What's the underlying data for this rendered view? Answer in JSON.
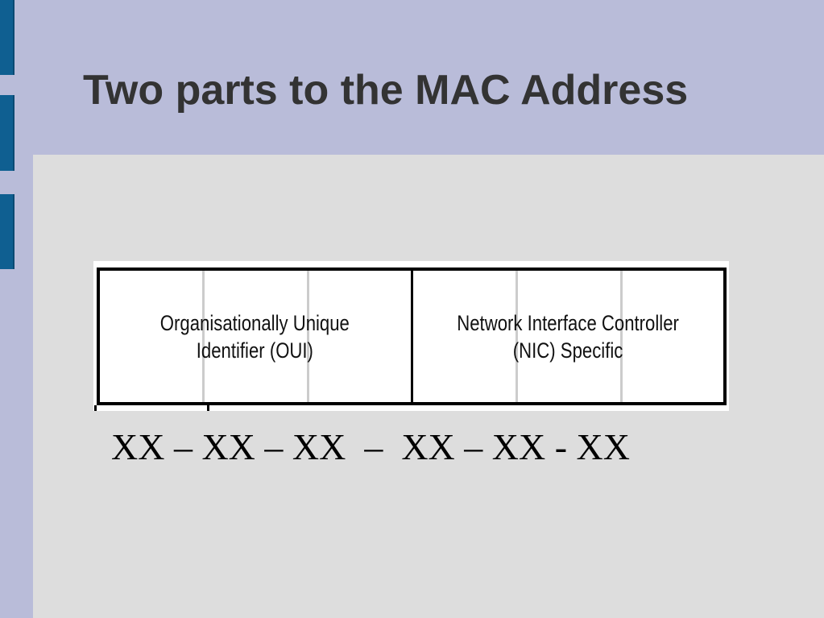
{
  "slide": {
    "title": "Two parts to the MAC Address"
  },
  "diagram": {
    "parts": [
      {
        "line1": "Organisationally Unique",
        "line2": "Identifier (OUI)"
      },
      {
        "line1": "Network Interface Controller",
        "line2": "(NIC) Specific"
      }
    ],
    "format": "XX – XX – XX  –  XX – XX - XX"
  },
  "colors": {
    "header_background": "#b9bcd9",
    "content_background": "#dddddd",
    "accent_bar": "#0f5f91",
    "title_text": "#333333"
  }
}
